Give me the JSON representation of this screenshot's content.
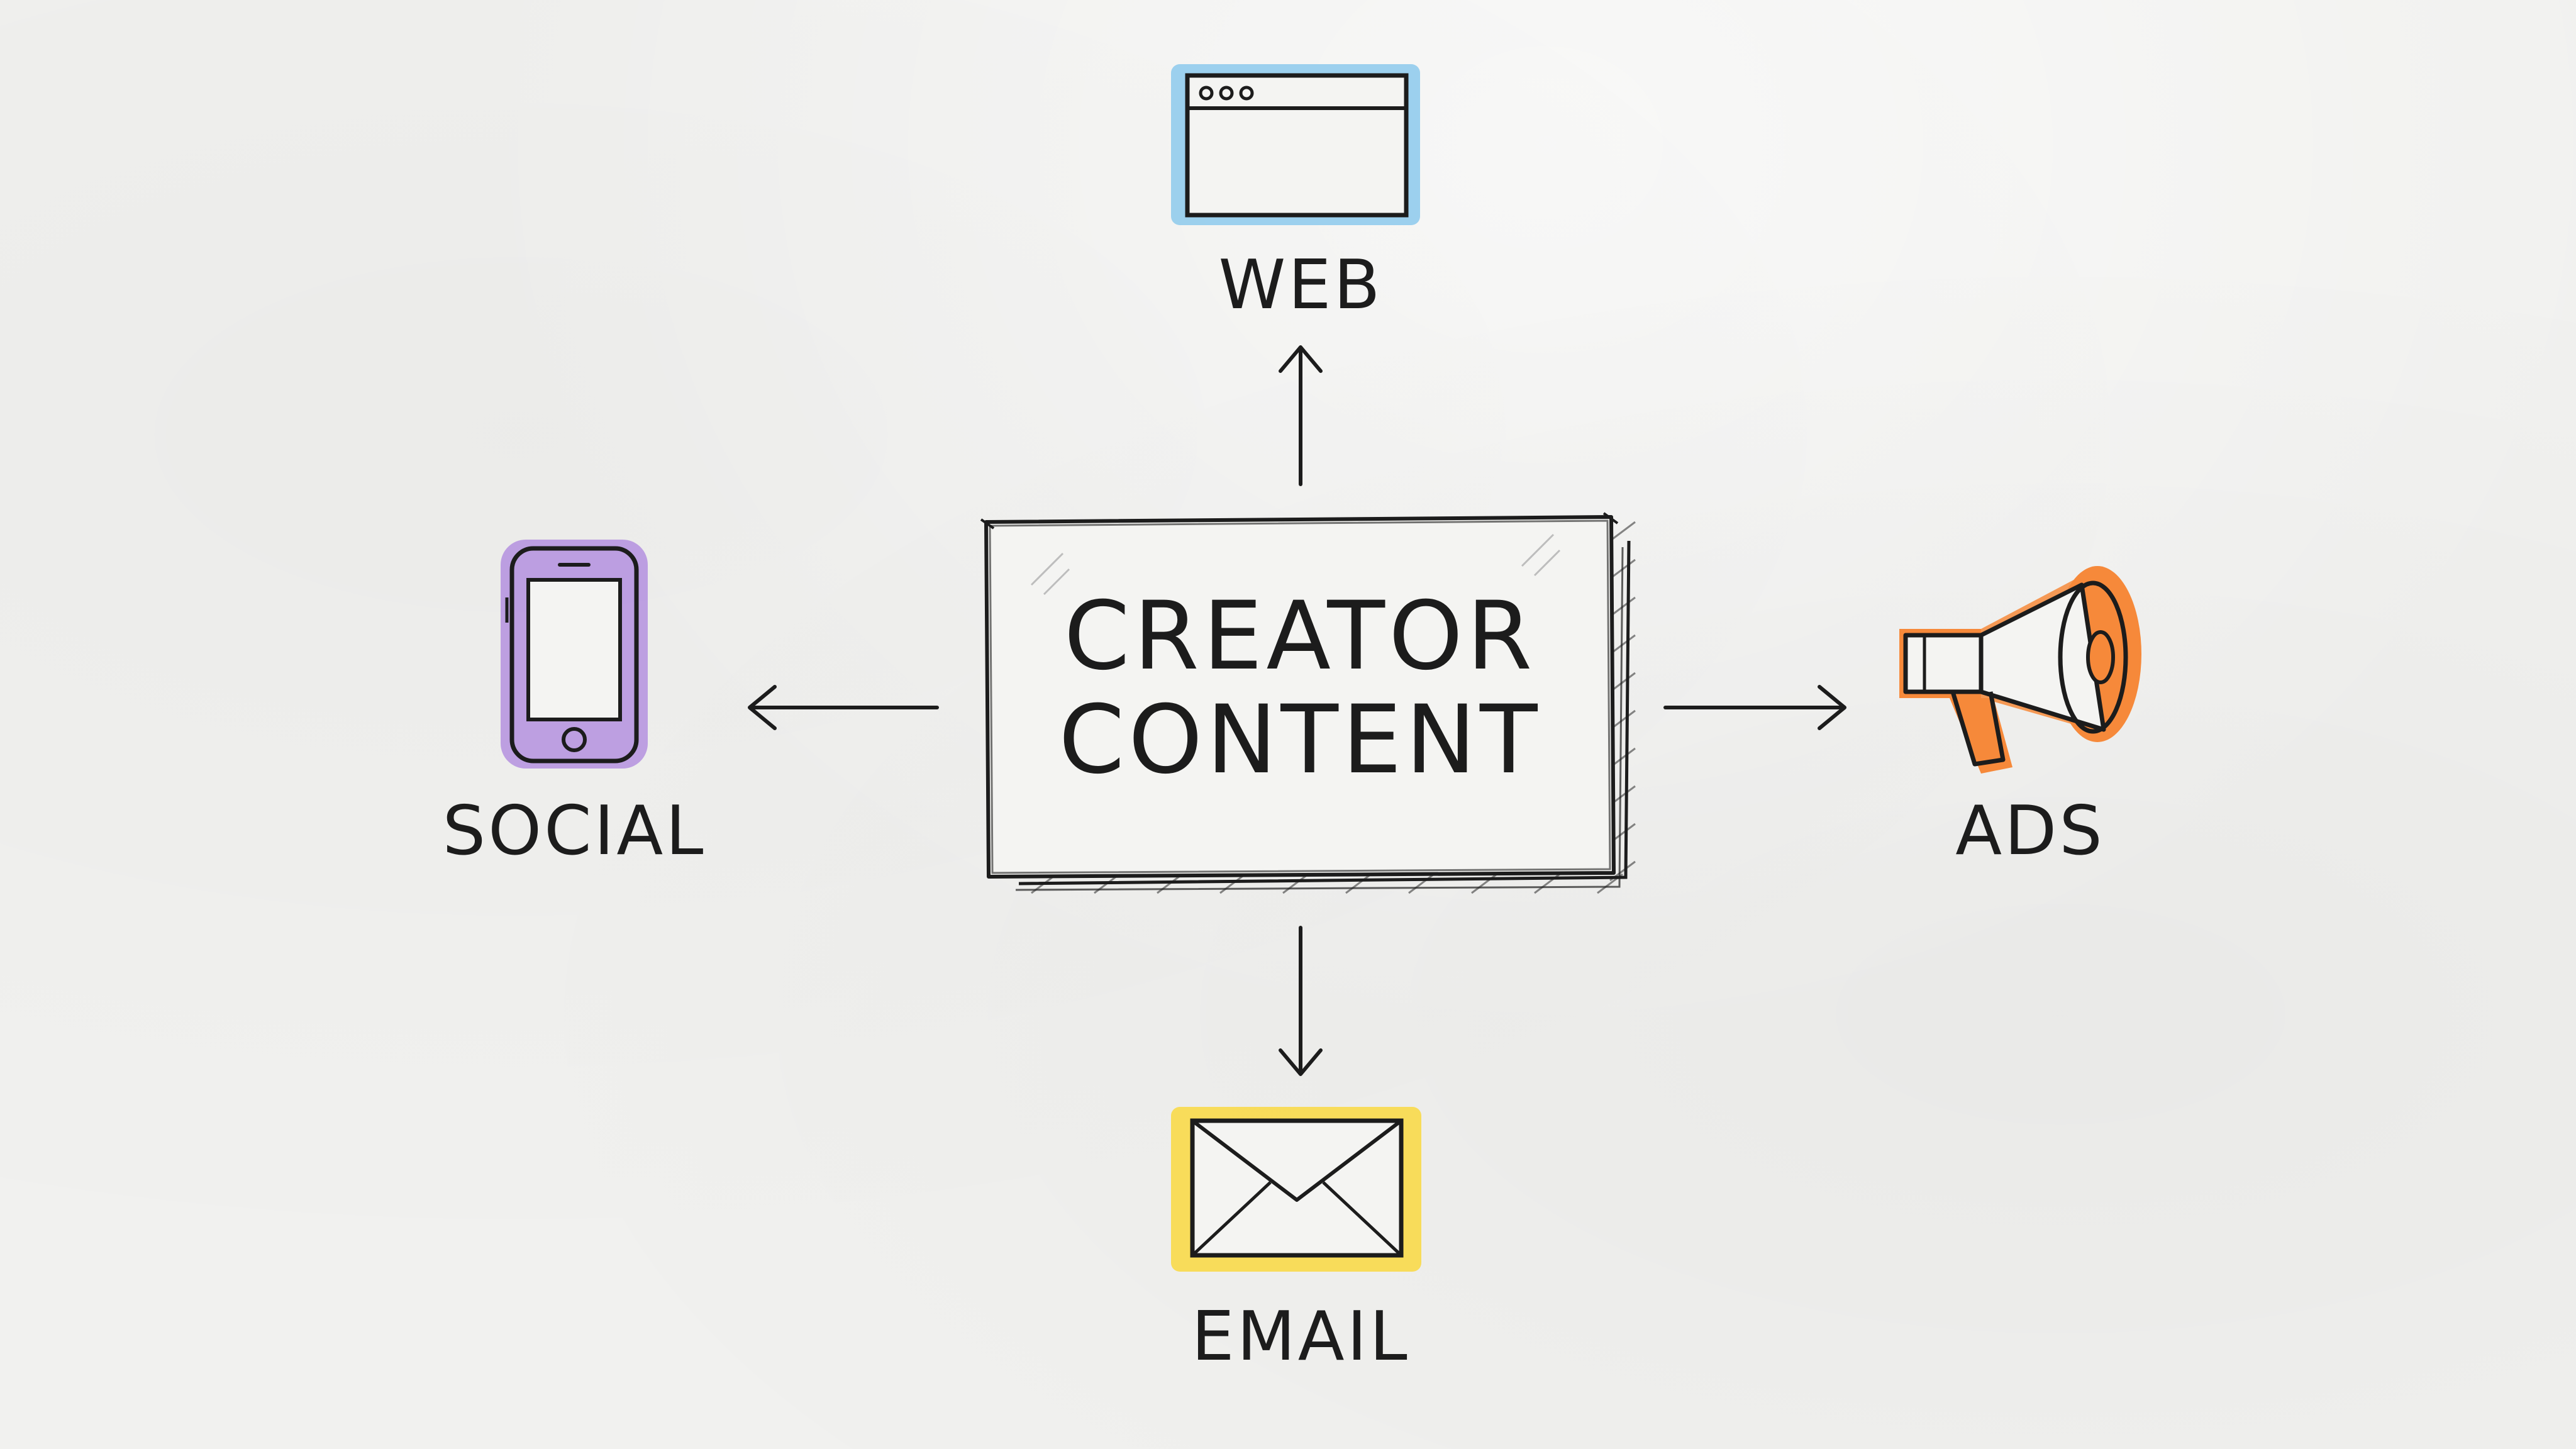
{
  "center": {
    "line1": "CREATOR",
    "line2": "CONTENT"
  },
  "nodes": {
    "web": {
      "label": "WEB",
      "icon": "browser-window-icon",
      "color": "#8cc9ec"
    },
    "social": {
      "label": "SOCIAL",
      "icon": "smartphone-icon",
      "color": "#b796e0"
    },
    "ads": {
      "label": "ADS",
      "icon": "megaphone-icon",
      "color": "#f6893a"
    },
    "email": {
      "label": "EMAIL",
      "icon": "envelope-icon",
      "color": "#f8d94a"
    }
  },
  "colors": {
    "ink": "#1c1c1c",
    "paper": "#f1f1ef"
  }
}
